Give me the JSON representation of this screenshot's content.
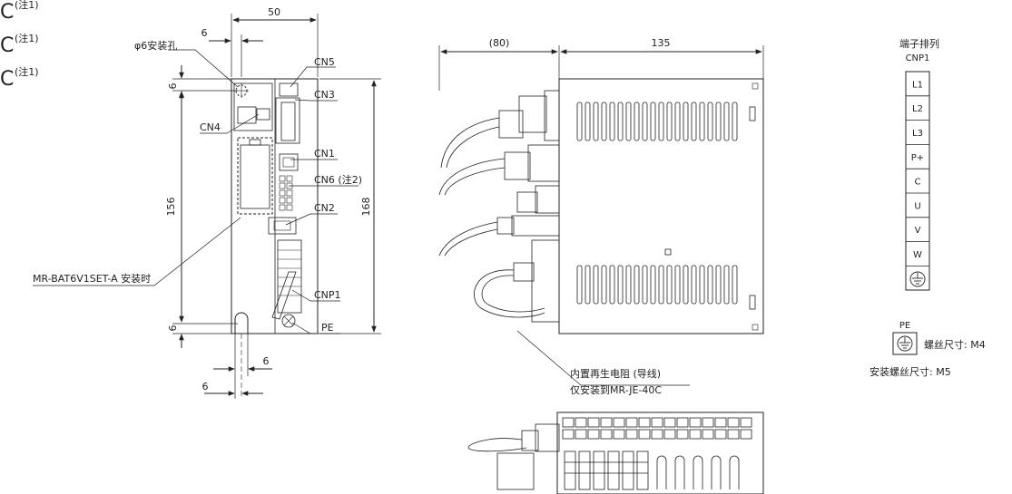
{
  "left_notes": [
    "C",
    "C",
    "C"
  ],
  "left_note_suffix": "(注1)",
  "front_view": {
    "width_dim": "50",
    "hole_dim": "6",
    "hole_label": "φ6安装孔",
    "top_margin": "6",
    "bottom_margin": "6",
    "pitch_dim": "156",
    "height_dim": "168",
    "bottom_dim_a": "6",
    "bottom_dim_b": "6",
    "connectors": {
      "cn5": "CN5",
      "cn3": "CN3",
      "cn4": "CN4",
      "cn1": "CN1",
      "cn6": "CN6 (注2)",
      "cn2": "CN2",
      "cnp1": "CNP1",
      "pe": "PE"
    },
    "battery_label": "MR-BAT6V1SET-A 安装时"
  },
  "side_view": {
    "cable_dim": "(80)",
    "depth_dim": "135",
    "resistor_note_line1": "内置再生电阻 (导线)",
    "resistor_note_line2": "仅安装到MR-JE-40C"
  },
  "terminal_panel": {
    "title": "端子排列",
    "connector": "CNP1",
    "terminals": [
      "L1",
      "L2",
      "L3",
      "P+",
      "C",
      "U",
      "V",
      "W"
    ],
    "pe_label": "PE",
    "screw_note": "螺丝尺寸: M4",
    "mount_screw_note": "安装螺丝尺寸: M5"
  }
}
